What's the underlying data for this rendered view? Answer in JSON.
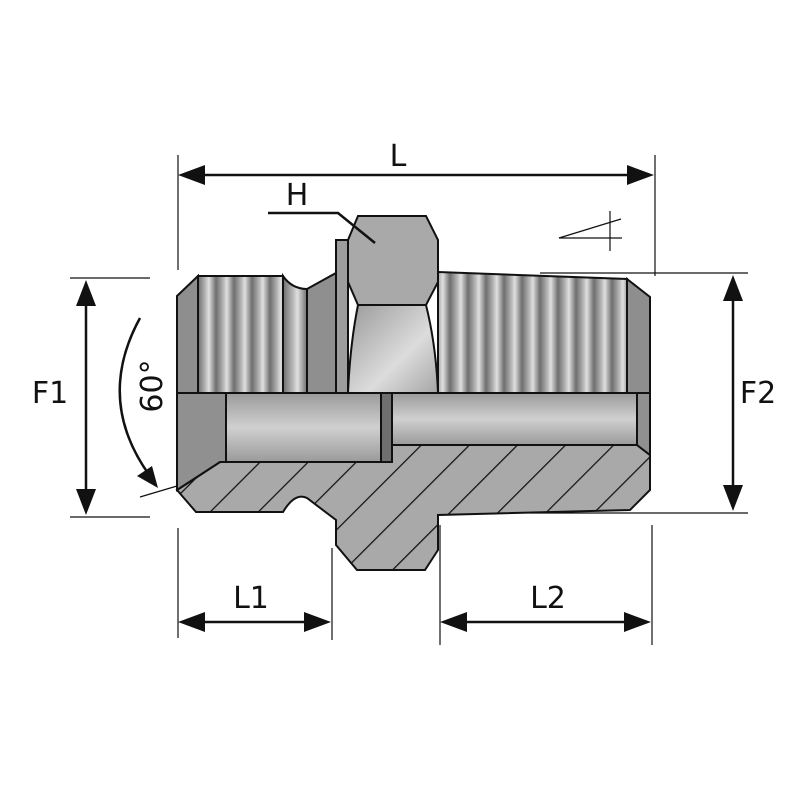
{
  "labels": {
    "length": "L",
    "hex": "H",
    "f1": "F1",
    "f2": "F2",
    "l1": "L1",
    "l2": "L2",
    "angle": "60°"
  },
  "colors": {
    "steel": "#a9a9a9",
    "steel_light": "#c8c8c8",
    "steel_dark": "#7a7a7a",
    "line": "#111111"
  }
}
